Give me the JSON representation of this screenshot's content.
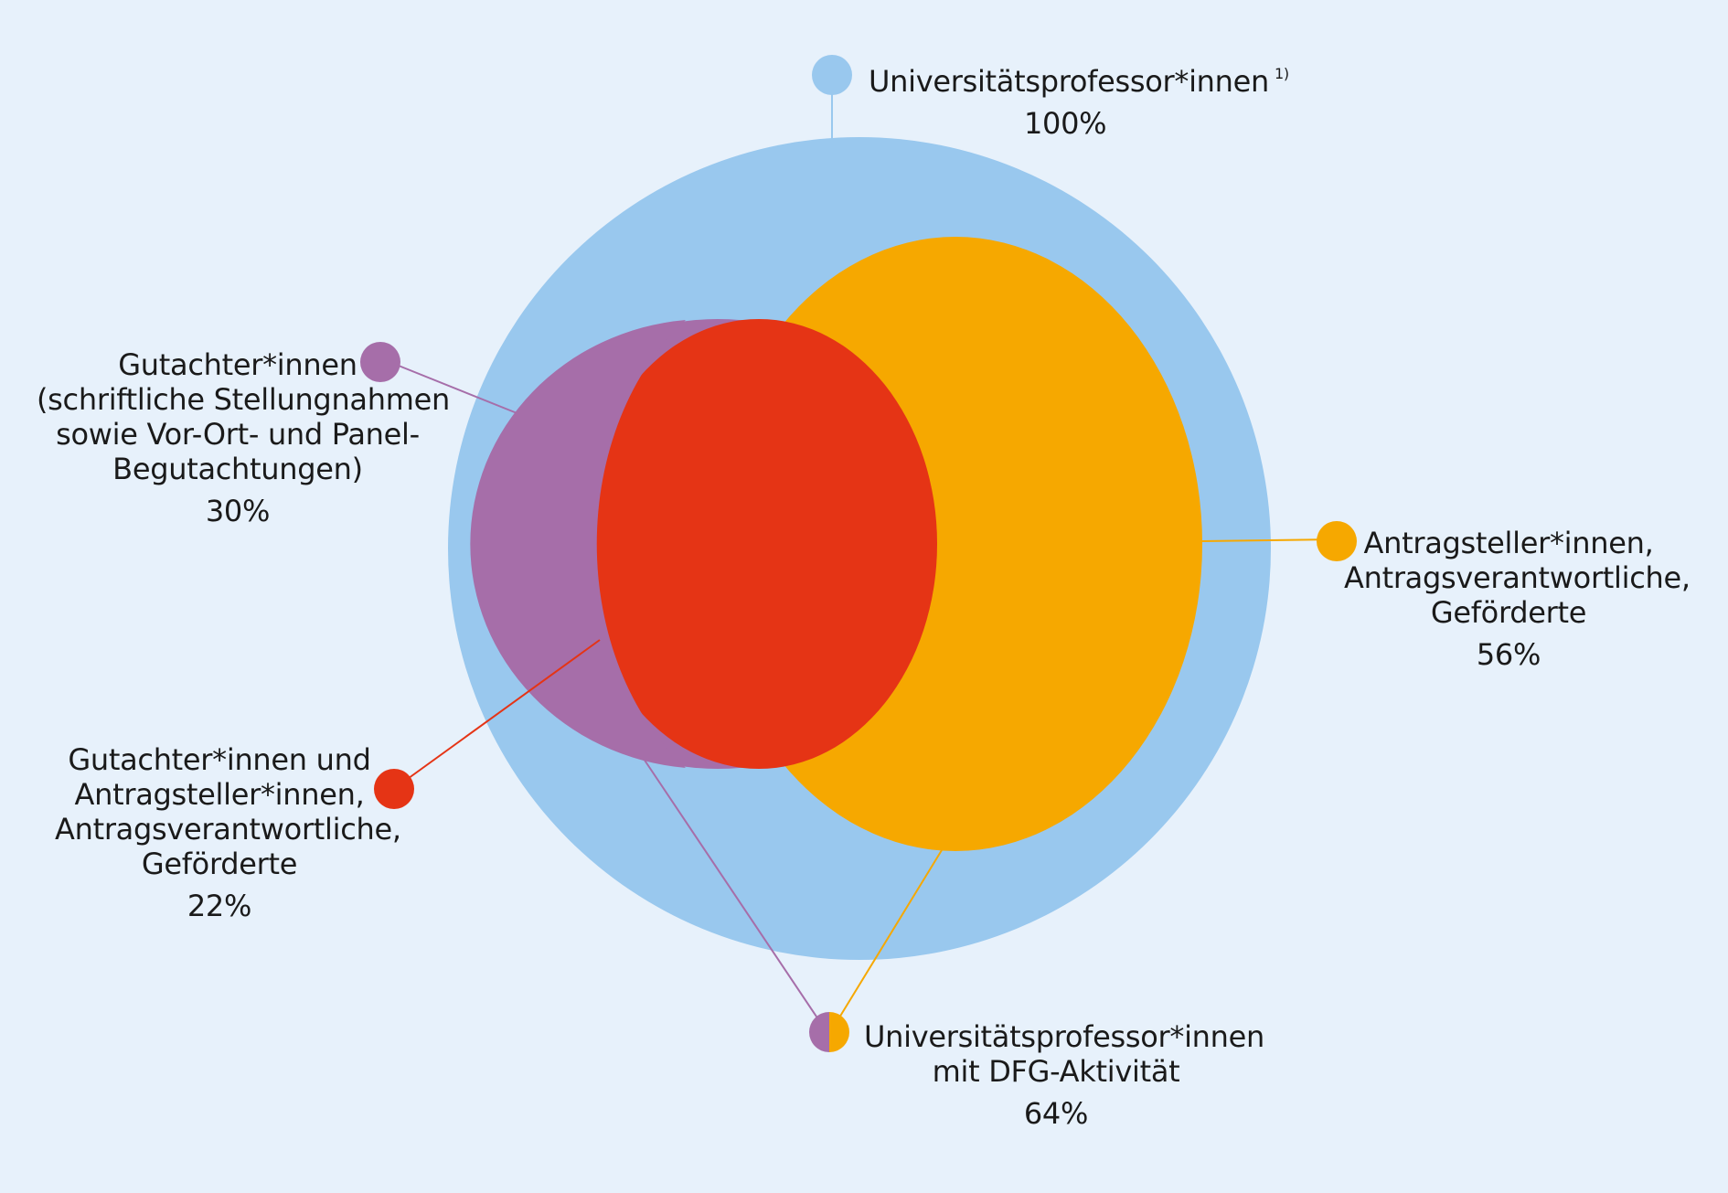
{
  "diagram": {
    "colors": {
      "background": "#e7f1fb",
      "professors": "#99c8ee",
      "applicants": "#f6a800",
      "reviewers": "#a66ea9",
      "overlap": "#e53415"
    },
    "sets": {
      "professors": {
        "lines": [
          "Universitätsprofessor*innen"
        ],
        "footnote": "1)",
        "percent": "100%"
      },
      "applicants": {
        "lines": [
          "Antragsteller*innen,",
          "Antragsverantwortliche,",
          "Geförderte"
        ],
        "percent": "56%"
      },
      "reviewers": {
        "lines": [
          "Gutachter*innen",
          "(schriftliche Stellungnahmen",
          "sowie Vor-Ort- und Panel-",
          "Begutachtungen)"
        ],
        "percent": "30%"
      },
      "overlap": {
        "lines": [
          "Gutachter*innen und",
          "Antragsteller*innen,",
          "Antragsverantwortliche,",
          "Geförderte"
        ],
        "percent": "22%"
      },
      "dfg_active": {
        "lines": [
          "Universitätsprofessor*innen",
          "mit DFG-Aktivität"
        ],
        "percent": "64%"
      }
    }
  }
}
